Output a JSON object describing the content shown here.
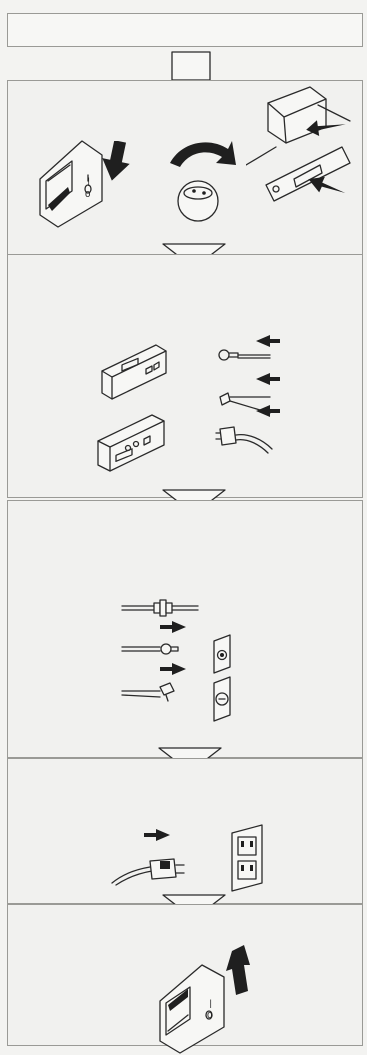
{
  "figure": {
    "header_text": "",
    "steps": [
      {
        "id": "power-off",
        "items": [
          "power-switch-off",
          "rotate-knob",
          "switch-off-device"
        ]
      },
      {
        "id": "disconnect-cables",
        "items": [
          "coax-connector",
          "phone-plug",
          "power-plug"
        ]
      },
      {
        "id": "connect-wall-jacks",
        "items": [
          "coax-coupler",
          "coax-to-wall-jack",
          "phone-to-wall-jack"
        ]
      },
      {
        "id": "plug-into-outlet",
        "items": [
          "power-plug",
          "electrical-outlet"
        ]
      },
      {
        "id": "power-on",
        "items": [
          "power-switch-on"
        ]
      }
    ],
    "switch_marks": {
      "on": "|",
      "off": "O"
    }
  }
}
